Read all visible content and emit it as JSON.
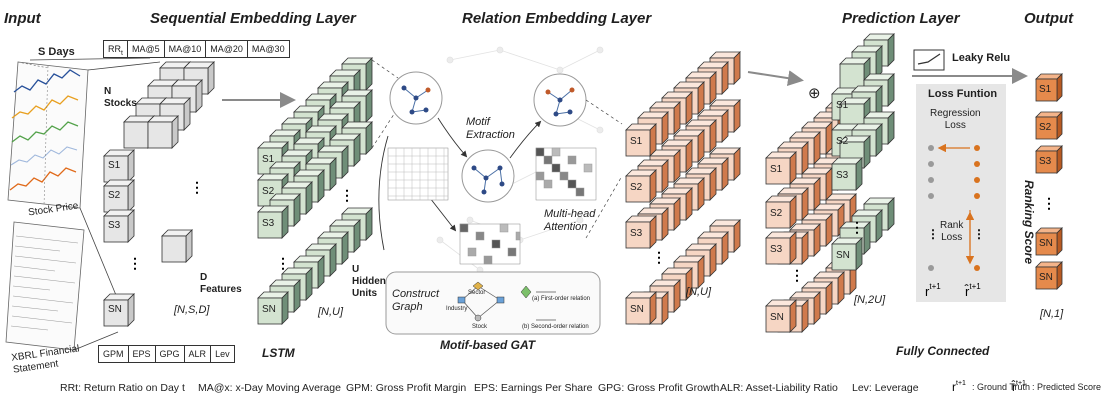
{
  "headers": {
    "input": "Input",
    "seq": "Sequential Embedding Layer",
    "rel": "Relation Embedding Layer",
    "pred": "Prediction Layer",
    "output": "Output"
  },
  "input": {
    "s_days": "S Days",
    "n_stocks": "N\nStocks",
    "stock_price": "Stock Price",
    "xbrl": "XBRL Financial\nStatement"
  },
  "price_features": [
    "RR",
    "MA@5",
    "MA@10",
    "MA@20",
    "MA@30"
  ],
  "rr_subscript": "t",
  "fin_features": [
    "GPM",
    "EPS",
    "GPG",
    "ALR",
    "Lev"
  ],
  "stocks": [
    "S1",
    "S2",
    "S3",
    "SN"
  ],
  "seq": {
    "d_features": "D\nFeatures",
    "shape": "[N,S,D]",
    "lstm": "LSTM",
    "lstm_shape": "[N,U]",
    "u_hidden": "U\nHidden\nUnits"
  },
  "rel": {
    "motif_extraction": "Motif\nExtraction",
    "multihead": "Multi-head\nAttention",
    "construct_graph": "Construct\nGraph",
    "gat": "Motif-based GAT",
    "shape": "[N,U]",
    "sector": "Sector",
    "industry": "Industry",
    "stock": "Stock",
    "first_order": "(a) First-order relation",
    "second_order": "(b) Second-order relation"
  },
  "pred": {
    "leaky": "Leaky Relu",
    "loss": "Loss Funtion",
    "regression": "Regression\nLoss",
    "rank": "Rank\nLoss",
    "shape": "[N,2U]",
    "fully": "Fully Connected",
    "oplus": "⊕"
  },
  "output": {
    "ranking": "Ranking Score",
    "shape": "[N,1]"
  },
  "legend": [
    "RRt: Return Ratio on Day t",
    "MA@x: x-Day Moving Average",
    "GPM: Gross Profit Margin",
    "EPS: Earnings Per Share",
    "GPG: Gross Profit Growth",
    "ALR: Asset-Liability Ratio",
    "Lev: Leverage",
    ": Ground Truth",
    ": Predicted Score"
  ],
  "colors": {
    "gray_cube": "#e4e4e4",
    "green_cube": "#cfe0cc",
    "green_cube_dark": "#6f8e78",
    "peach_cube": "#f6d6c4",
    "peach_dark": "#d07a4c",
    "output_cube": "#e58a4c",
    "arrow": "#8a8a8a"
  }
}
